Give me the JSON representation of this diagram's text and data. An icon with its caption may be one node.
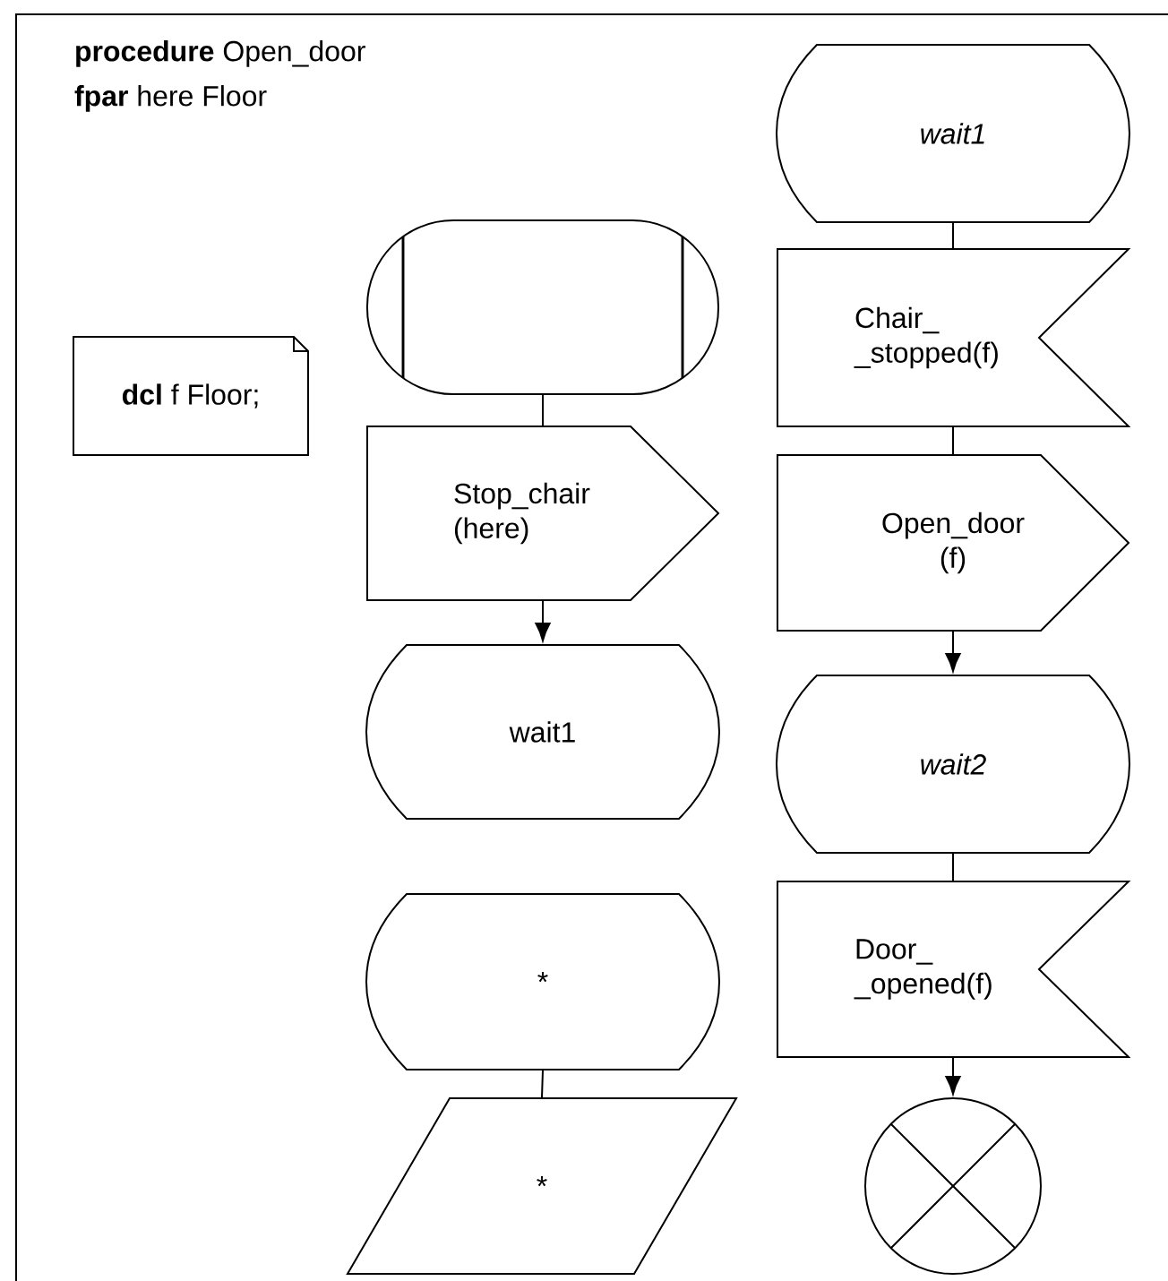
{
  "diagram": {
    "nodes": [
      {
        "text": [
          "**dcl** f Floor;"
        ]
      },
      {
        "text": [],
        "shape": "oval"
      },
      {
        "text": [
          "Stop_chair (here)"
        ]
      },
      {
        "text": [
          "wait1"
        ]
      },
      {
        "text": [
          "*"
        ]
      },
      {
        "text": [
          "*"
        ]
      },
      {
        "text": [
          "wait1"
        ]
      },
      {
        "text": [
          "Chair_ _stopped(f)"
        ]
      },
      {
        "text": [
          "Open_door (f)"
        ]
      },
      {
        "text": [
          "wait2"
        ]
      },
      {
        "text": [
          "Door_ _opened(f)"
        ]
      },
      {
        "text": [],
        "shape": "circle"
      }
    ],
    "edges": [
      {
        "from": 1,
        "to": 2,
        "arrow": "none"
      },
      {
        "from": 2,
        "to": 3,
        "arrow": "to"
      },
      {
        "from": 4,
        "to": 5,
        "arrow": "none"
      },
      {
        "from": 6,
        "to": 7,
        "arrow": "none"
      },
      {
        "from": 7,
        "to": 8,
        "arrow": "none"
      },
      {
        "from": 8,
        "to": 9,
        "arrow": "to"
      },
      {
        "from": 9,
        "to": 10,
        "arrow": "none"
      },
      {
        "from": 10,
        "to": 11,
        "arrow": "to"
      }
    ],
    "labels": [
      "**procedure** Open_door",
      "**fpar** here Floor"
    ]
  }
}
